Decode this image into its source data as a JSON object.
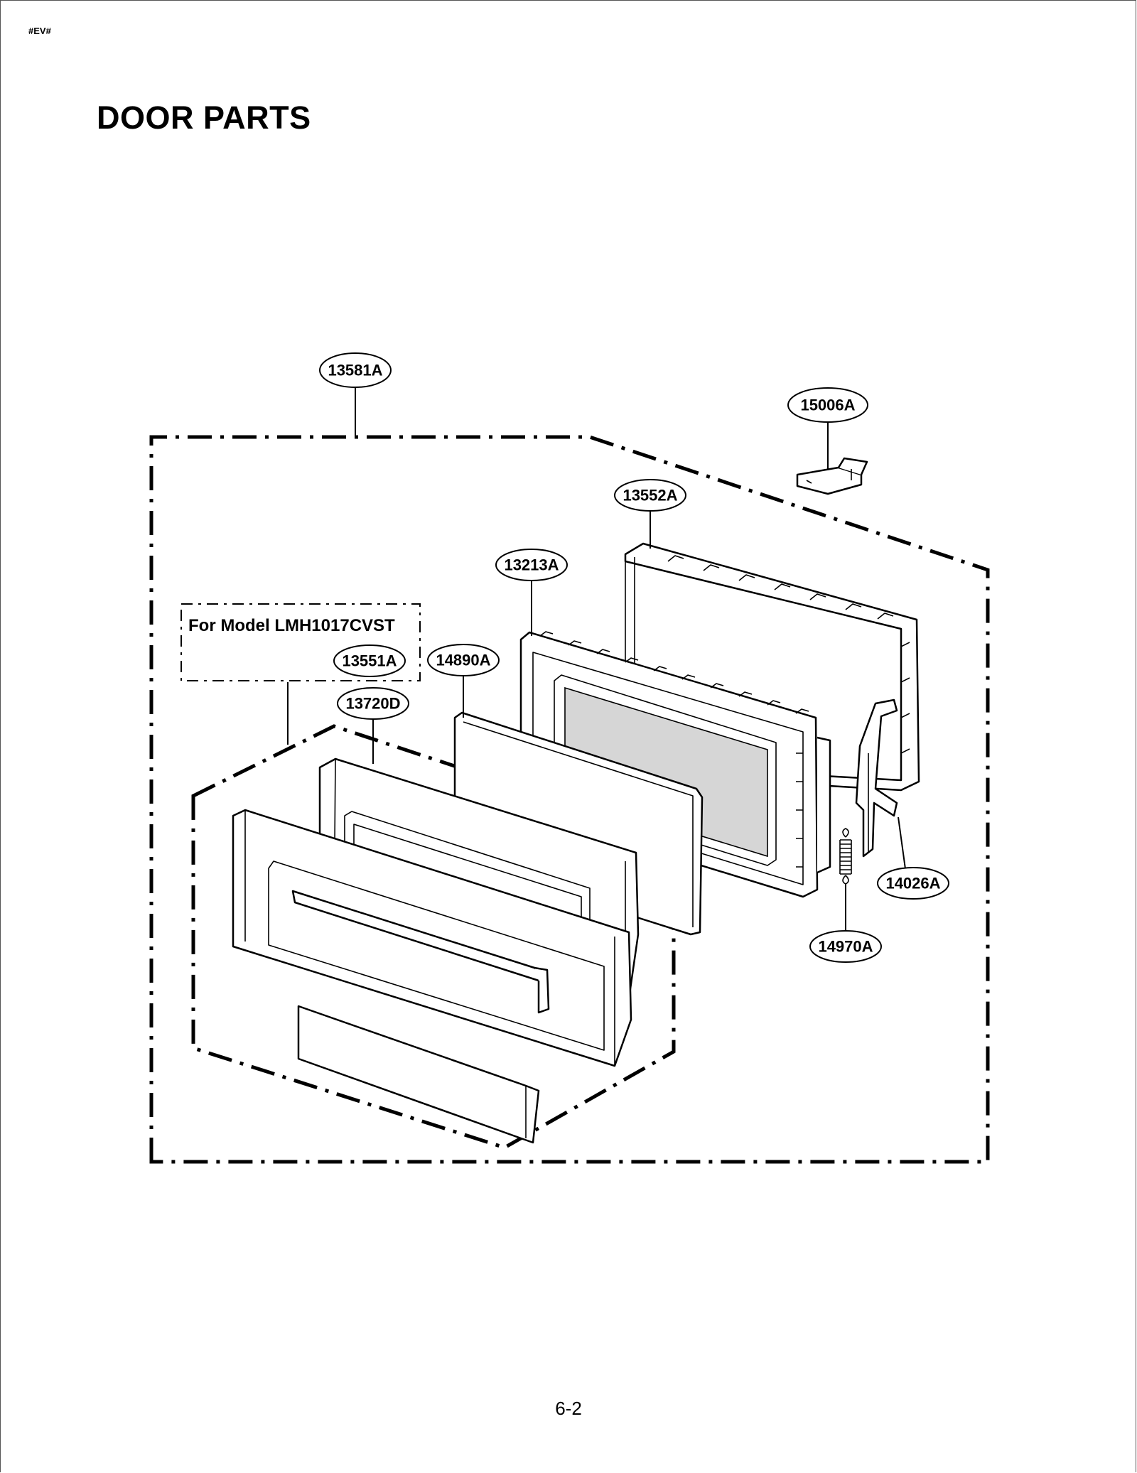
{
  "header": {
    "doc_code": "#EV#",
    "title": "DOOR PARTS"
  },
  "footer": {
    "page_number": "6-2"
  },
  "note": {
    "text": "For Model LMH1017CVST"
  },
  "callouts": [
    {
      "id": "c13581A",
      "label": "13581A"
    },
    {
      "id": "c15006A",
      "label": "15006A"
    },
    {
      "id": "c13552A",
      "label": "13552A"
    },
    {
      "id": "c13213A",
      "label": "13213A"
    },
    {
      "id": "c13551A",
      "label": "13551A"
    },
    {
      "id": "c14890A",
      "label": "14890A"
    },
    {
      "id": "c13720D",
      "label": "13720D"
    },
    {
      "id": "c14026A",
      "label": "14026A"
    },
    {
      "id": "c14970A",
      "label": "14970A"
    }
  ]
}
